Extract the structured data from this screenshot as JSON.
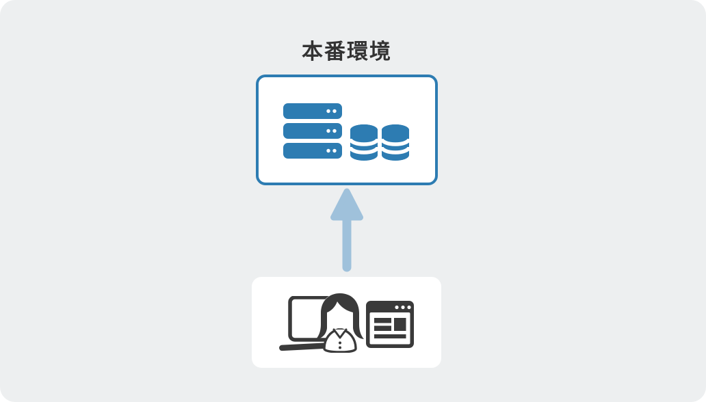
{
  "diagram": {
    "title": "本番環境",
    "production_box": {
      "role": "production-environment",
      "icons": [
        "server-icon",
        "database-icon",
        "database-icon"
      ]
    },
    "client_box": {
      "role": "client-users",
      "icons": [
        "laptop-icon",
        "woman-user-icon",
        "browser-window-icon"
      ]
    },
    "arrow": {
      "from": "client_box",
      "to": "production_box",
      "direction": "up"
    },
    "colors": {
      "canvas_background": "#edeff0",
      "box_background": "#ffffff",
      "primary_blue": "#2d7cb2",
      "arrow_blue": "#9fc1db",
      "icon_dark": "#3a3a3a",
      "title_text": "#333333"
    }
  }
}
